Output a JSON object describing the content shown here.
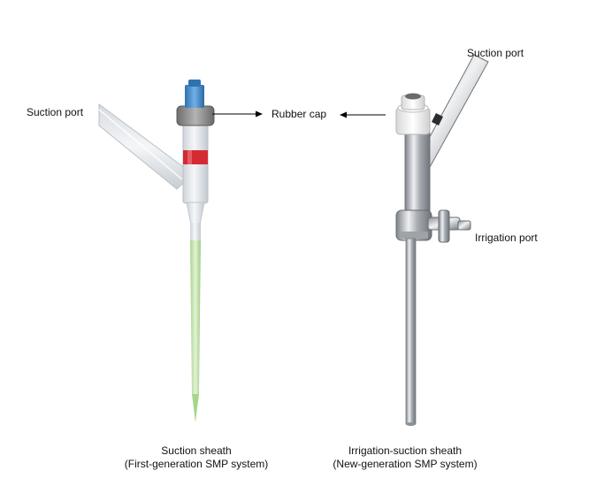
{
  "labels": {
    "left_suction_port": "Suction port",
    "right_suction_port": "Suction port",
    "rubber_cap": "Rubber cap",
    "irrigation_port": "Irrigation port"
  },
  "captions": {
    "left": {
      "line1": "Suction sheath",
      "line2": "(First-generation SMP system)"
    },
    "right": {
      "line1": "Irrigation-suction sheath",
      "line2": "(New-generation SMP system)"
    }
  },
  "colors": {
    "blue_cap": "#3f88c9",
    "gray_ring": "#8c8c8c",
    "red_band": "#d42b33",
    "green_tip": "#b9dfa2",
    "steel": "#b9bcc0",
    "white_cap": "#f2f2f2"
  }
}
